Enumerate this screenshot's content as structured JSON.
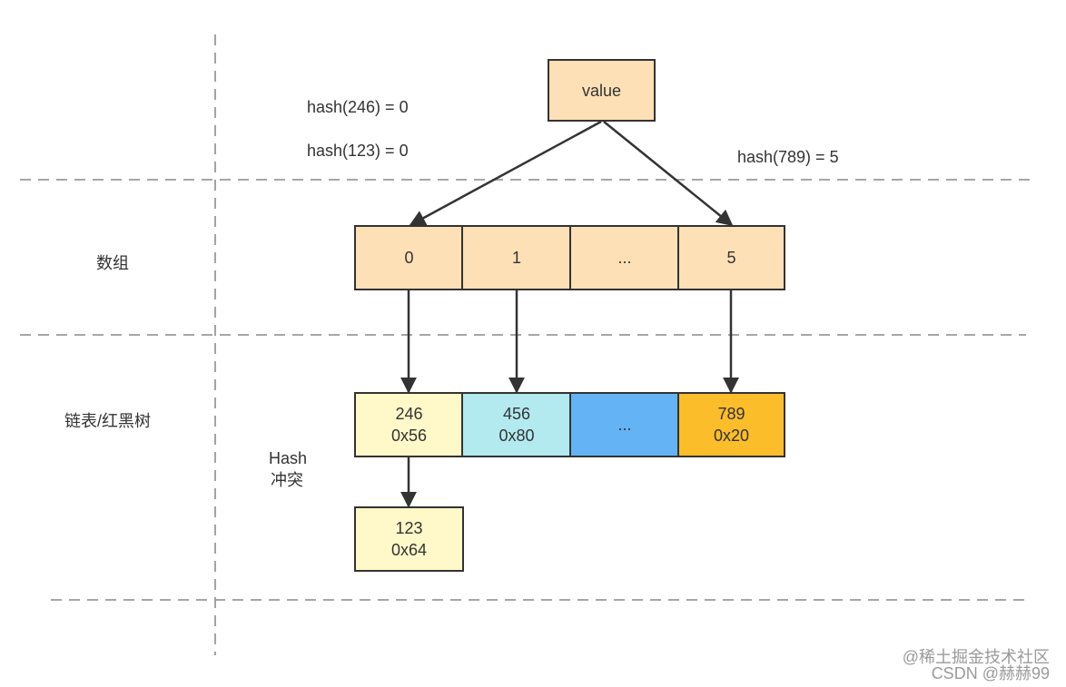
{
  "colors": {
    "stroke": "#333333",
    "dash": "#999999",
    "value_fill": "#fde0b6",
    "array_fill": "#fde0b6",
    "node_yellow": "#fff8c8",
    "node_cyan": "#b2eaf0",
    "node_blue": "#63b3f5",
    "node_orange": "#fbbd2a"
  },
  "hash_labels": {
    "h246": "hash(246) = 0",
    "h123": "hash(123) = 0",
    "h789": "hash(789) = 5"
  },
  "value_box": {
    "label": "value"
  },
  "section_labels": {
    "array": "数组",
    "list_tree": "链表/红黑树"
  },
  "array_cells": [
    {
      "label": "0"
    },
    {
      "label": "1"
    },
    {
      "label": "..."
    },
    {
      "label": "5"
    }
  ],
  "nodes": [
    {
      "key": "246",
      "addr": "0x56"
    },
    {
      "key": "456",
      "addr": "0x80"
    },
    {
      "key": "...",
      "addr": ""
    },
    {
      "key": "789",
      "addr": "0x20"
    }
  ],
  "collision_node": {
    "key": "123",
    "addr": "0x64"
  },
  "collision_label": {
    "line1": "Hash",
    "line2": "冲突"
  },
  "watermark": {
    "line1": "@稀土掘金技术社区",
    "line2": "CSDN @赫赫99"
  }
}
